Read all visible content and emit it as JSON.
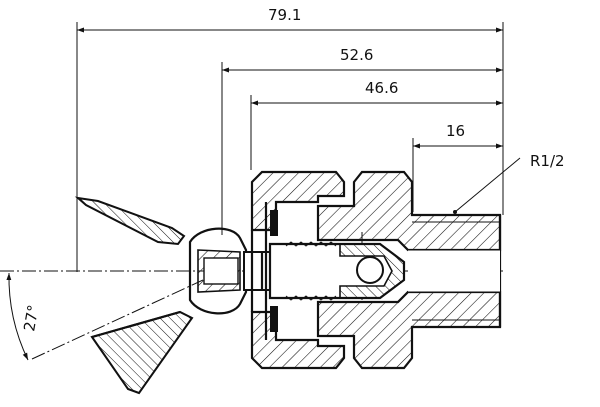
{
  "dimensions": {
    "overall_length": "79.1",
    "length_52": "52.6",
    "length_46": "46.6",
    "thread_length": "16",
    "thread_label": "R1/2",
    "spray_angle": "27°"
  }
}
